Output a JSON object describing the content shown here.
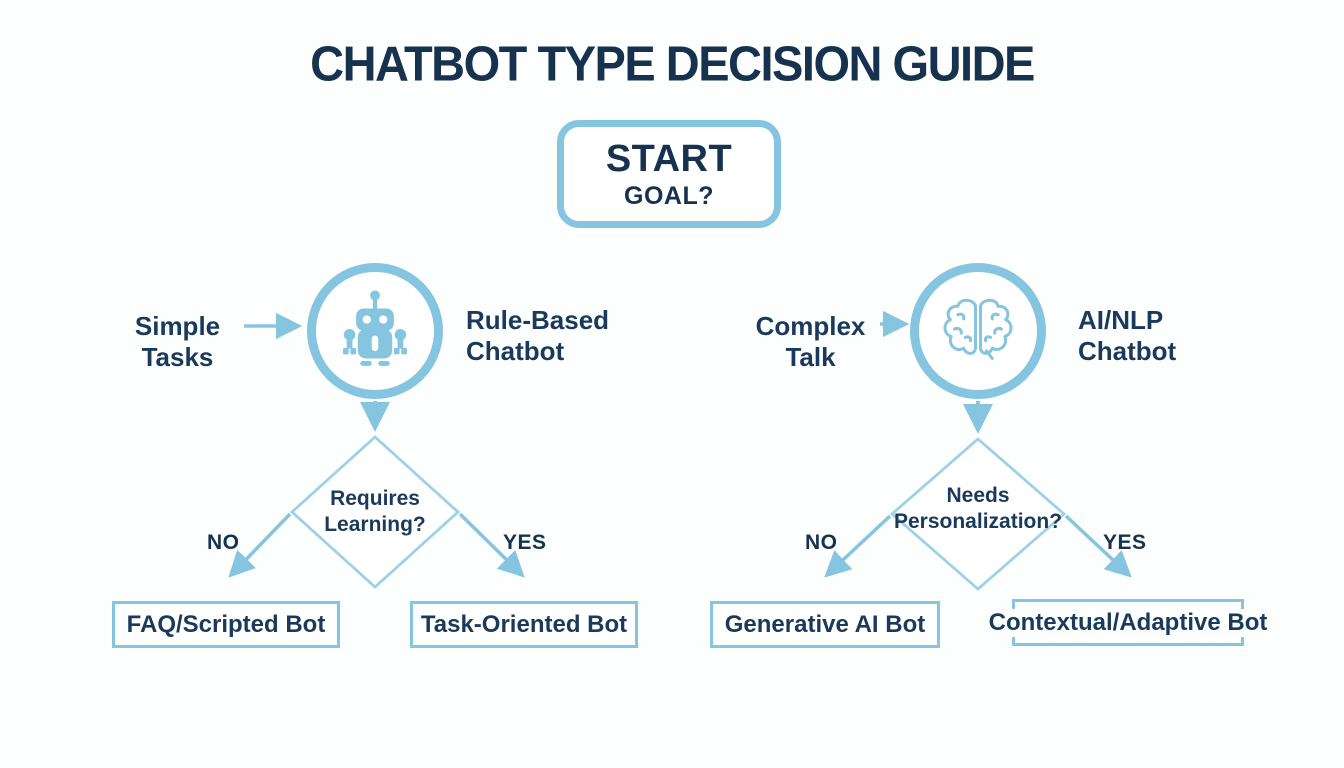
{
  "title": "CHATBOT TYPE DECISION GUIDE",
  "colors": {
    "accent_blue": "#85C5E0",
    "diamond_blue": "#9ED1E6",
    "navy": "#17324F",
    "background": "#FDFEFE"
  },
  "start": {
    "label": "START",
    "sublabel": "GOAL?"
  },
  "branches": [
    {
      "input": "Simple Tasks",
      "icon": "robot-icon",
      "node": "Rule-Based Chatbot",
      "decision": "Requires Learning?",
      "no_label": "NO",
      "yes_label": "YES",
      "no_outcome": "FAQ/Scripted Bot",
      "yes_outcome": "Task-Oriented Bot"
    },
    {
      "input": "Complex Talk",
      "icon": "brain-icon",
      "node": "AI/NLP Chatbot",
      "decision": "Needs Personalization?",
      "no_label": "NO",
      "yes_label": "YES",
      "no_outcome": "Generative AI Bot",
      "yes_outcome": "Contextual/Adaptive Bot"
    }
  ]
}
